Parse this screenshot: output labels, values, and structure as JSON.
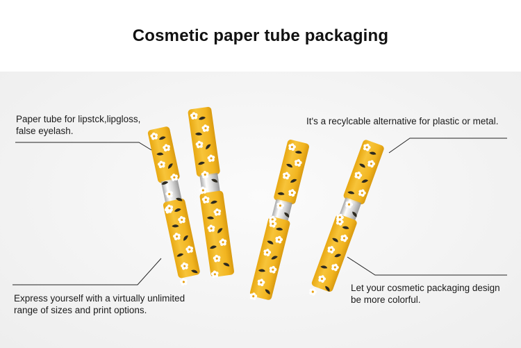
{
  "title": "Cosmetic paper tube packaging",
  "captions": {
    "top_left": [
      "Paper tube for lipstck,lipgloss,",
      "false eyelash."
    ],
    "top_right": [
      "It's a recylcable alternative for plastic or metal."
    ],
    "bottom_left": [
      "Express yourself with a virtually unlimited",
      "range of sizes and print options."
    ],
    "bottom_right": [
      "Let your cosmetic packaging design",
      "be more colorful."
    ]
  },
  "colors": {
    "tube_yellow": "#f2b520",
    "tube_shadow": "#d99a10",
    "flower_white": "#ffffff",
    "flower_center": "#e8a010",
    "leaf_dark": "#2d2a20",
    "background": "#f3f3f3"
  }
}
